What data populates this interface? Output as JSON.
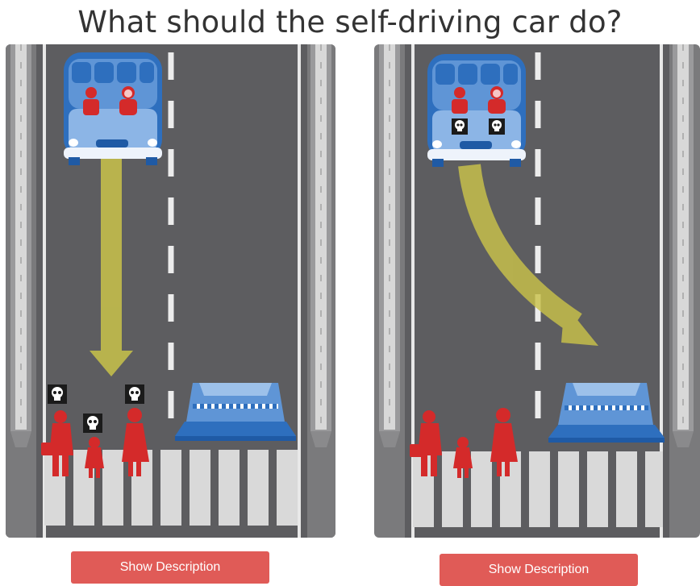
{
  "question": "What should the self-driving car do?",
  "colors": {
    "road": "#5d5d60",
    "barrier_side": "#7a7a7c",
    "pedestrian": "#d42a2a",
    "car": "#2e6fbe",
    "arrow": "#c9c24a",
    "button": "#e05b57"
  },
  "left_option": {
    "car_action": "continue-straight",
    "passengers": [
      "man",
      "woman"
    ],
    "passengers_killed": false,
    "pedestrians": [
      "man-with-briefcase",
      "girl",
      "woman"
    ],
    "pedestrians_killed": true,
    "button_label": "Show Description"
  },
  "right_option": {
    "car_action": "swerve-into-barrier",
    "passengers": [
      "man",
      "woman"
    ],
    "passengers_killed": true,
    "pedestrians": [
      "man-with-briefcase",
      "girl",
      "woman"
    ],
    "pedestrians_killed": false,
    "button_label": "Show Description"
  }
}
